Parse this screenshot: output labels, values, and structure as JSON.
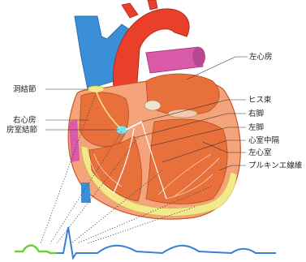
{
  "labels": {
    "left_atrium": "左心房",
    "sa_node": "洞結節",
    "right_atrium": "右心房",
    "av_node": "房室結節",
    "his_bundle": "ヒス束",
    "right_branch": "右脚",
    "left_branch": "左脚",
    "septum": "心室中隔",
    "left_ventricle": "左心室",
    "purkinje": "プルキンエ線維"
  },
  "colors": {
    "aorta": "#e8402a",
    "vena_cava": "#3a8fd6",
    "pulmonary": "#d85aa8",
    "muscle": "#e8703a",
    "muscle_light": "#f4a37a",
    "conduction": "#f3e98a",
    "ecg_green": "#6ccf3a",
    "ecg_blue": "#3a7fd6"
  }
}
